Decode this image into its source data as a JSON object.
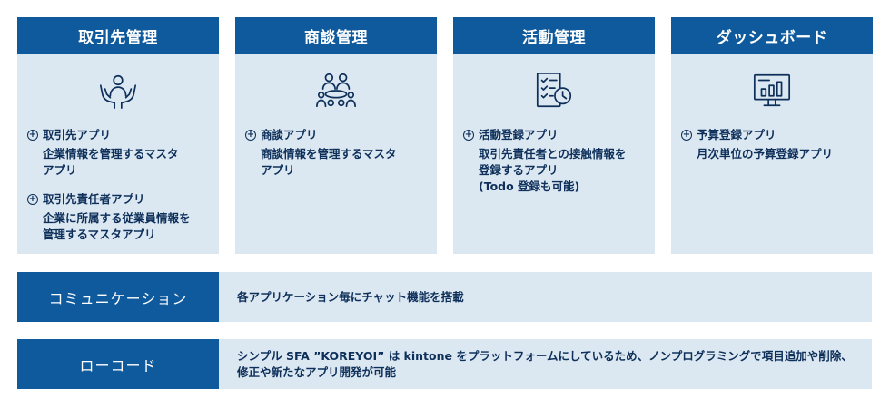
{
  "cards": [
    {
      "header": "取引先管理",
      "icon": "hands-person-icon",
      "items": [
        {
          "title": "取引先アプリ",
          "desc": "企業情報を管理するマスタ\nアプリ"
        },
        {
          "title": "取引先責任者アプリ",
          "desc": "企業に所属する従業員情報を\n管理するマスタアプリ"
        }
      ]
    },
    {
      "header": "商談管理",
      "icon": "meeting-people-icon",
      "items": [
        {
          "title": "商談アプリ",
          "desc": "商談情報を管理するマスタ\nアプリ"
        }
      ]
    },
    {
      "header": "活動管理",
      "icon": "checklist-clock-icon",
      "items": [
        {
          "title": "活動登録アプリ",
          "desc": "取引先責任者との接触情報を\n登録するアプリ\n(Todo 登録も可能)"
        }
      ]
    },
    {
      "header": "ダッシュボード",
      "icon": "monitor-chart-icon",
      "items": [
        {
          "title": "予算登録アプリ",
          "desc": "月次単位の予算登録アプリ"
        }
      ]
    }
  ],
  "rows": [
    {
      "label": "コミュニケーション",
      "text": "各アプリケーション毎にチャット機能を搭載"
    },
    {
      "label": "ローコード",
      "text": "シンプル SFA ”KOREYOI” は kintone をプラットフォームにしているため、ノンプログラミングで項目追加や削除、修正や新たなアプリ開発が可能"
    }
  ],
  "colors": {
    "header_bg": "#0f5a9c",
    "panel_bg": "#dce8f1",
    "text": "#0d2f5a"
  }
}
